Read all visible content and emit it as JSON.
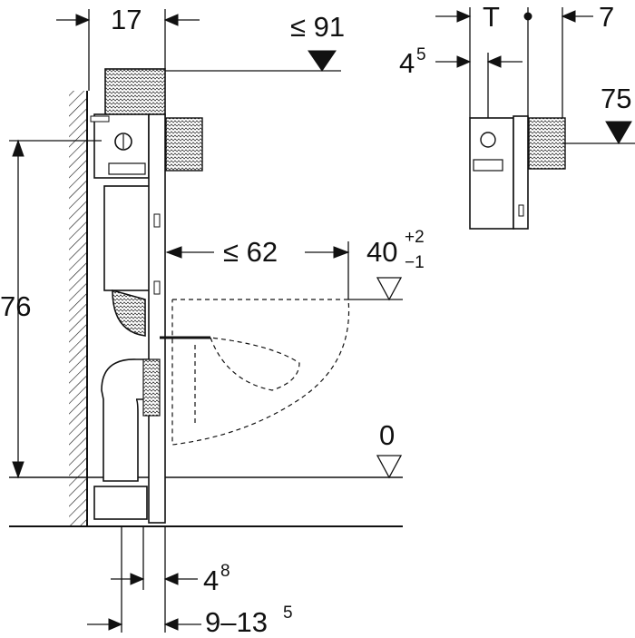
{
  "dimensions": {
    "frame_depth": {
      "value": "17"
    },
    "max_height": {
      "value": "≤ 91"
    },
    "offset_t": {
      "value": "T"
    },
    "offset_7": {
      "value": "7"
    },
    "offset_45": {
      "base": "4",
      "exp": "5"
    },
    "height_75": {
      "value": "75"
    },
    "max_projection": {
      "value": "≤ 62"
    },
    "seat_height": {
      "base": "40",
      "upper": "+2",
      "lower": "−1"
    },
    "floor_level": {
      "value": "0"
    },
    "install_height": {
      "value": "76"
    },
    "pipe_offset": {
      "base": "4",
      "exp": "8"
    },
    "wall_gap": {
      "base": "9–13",
      "exp": "5"
    }
  }
}
